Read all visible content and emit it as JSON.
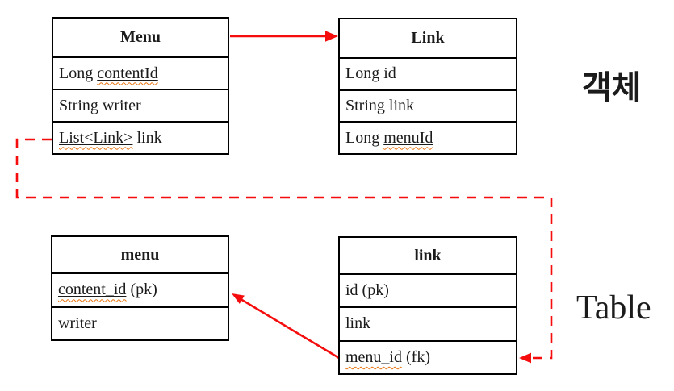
{
  "labels": {
    "object_side_label": "객체",
    "table_side_label": "Table"
  },
  "colors": {
    "arrow_red": "#f50d0d",
    "spell_wavy_underline": "#e8720c",
    "box_border": "#000000",
    "text": "#1b1b1b"
  },
  "boxes": {
    "menu_class": {
      "title": "Menu",
      "rows": [
        {
          "prefix": "Long ",
          "underlined": "contentId",
          "suffix": ""
        },
        {
          "prefix": "String writer",
          "underlined": "",
          "suffix": ""
        },
        {
          "prefix": "",
          "underlined": "List<Link>",
          "suffix": " link"
        }
      ]
    },
    "link_class": {
      "title": "Link",
      "rows": [
        {
          "prefix": "Long id",
          "underlined": "",
          "suffix": ""
        },
        {
          "prefix": "String link",
          "underlined": "",
          "suffix": ""
        },
        {
          "prefix": "Long ",
          "underlined": "menuId",
          "suffix": ""
        }
      ]
    },
    "menu_table": {
      "title": "menu",
      "rows": [
        {
          "prefix": "",
          "underlined": "content_id",
          "suffix": " (pk)"
        },
        {
          "prefix": "writer",
          "underlined": "",
          "suffix": ""
        }
      ]
    },
    "link_table": {
      "title": "link",
      "rows": [
        {
          "prefix": "id (pk)",
          "underlined": "",
          "suffix": ""
        },
        {
          "prefix": "link",
          "underlined": "",
          "suffix": ""
        },
        {
          "prefix": "",
          "underlined": "menu_id",
          "suffix": " (fk)"
        }
      ]
    }
  },
  "relations": [
    {
      "from": "Menu",
      "to": "Link",
      "style": "solid-arrow"
    },
    {
      "from": "Menu.List<Link> link",
      "to": "link.menu_id (fk)",
      "style": "dashed-arrow"
    },
    {
      "from": "link.menu_id (fk)",
      "to": "menu.content_id (pk)",
      "style": "solid-arrow"
    }
  ]
}
